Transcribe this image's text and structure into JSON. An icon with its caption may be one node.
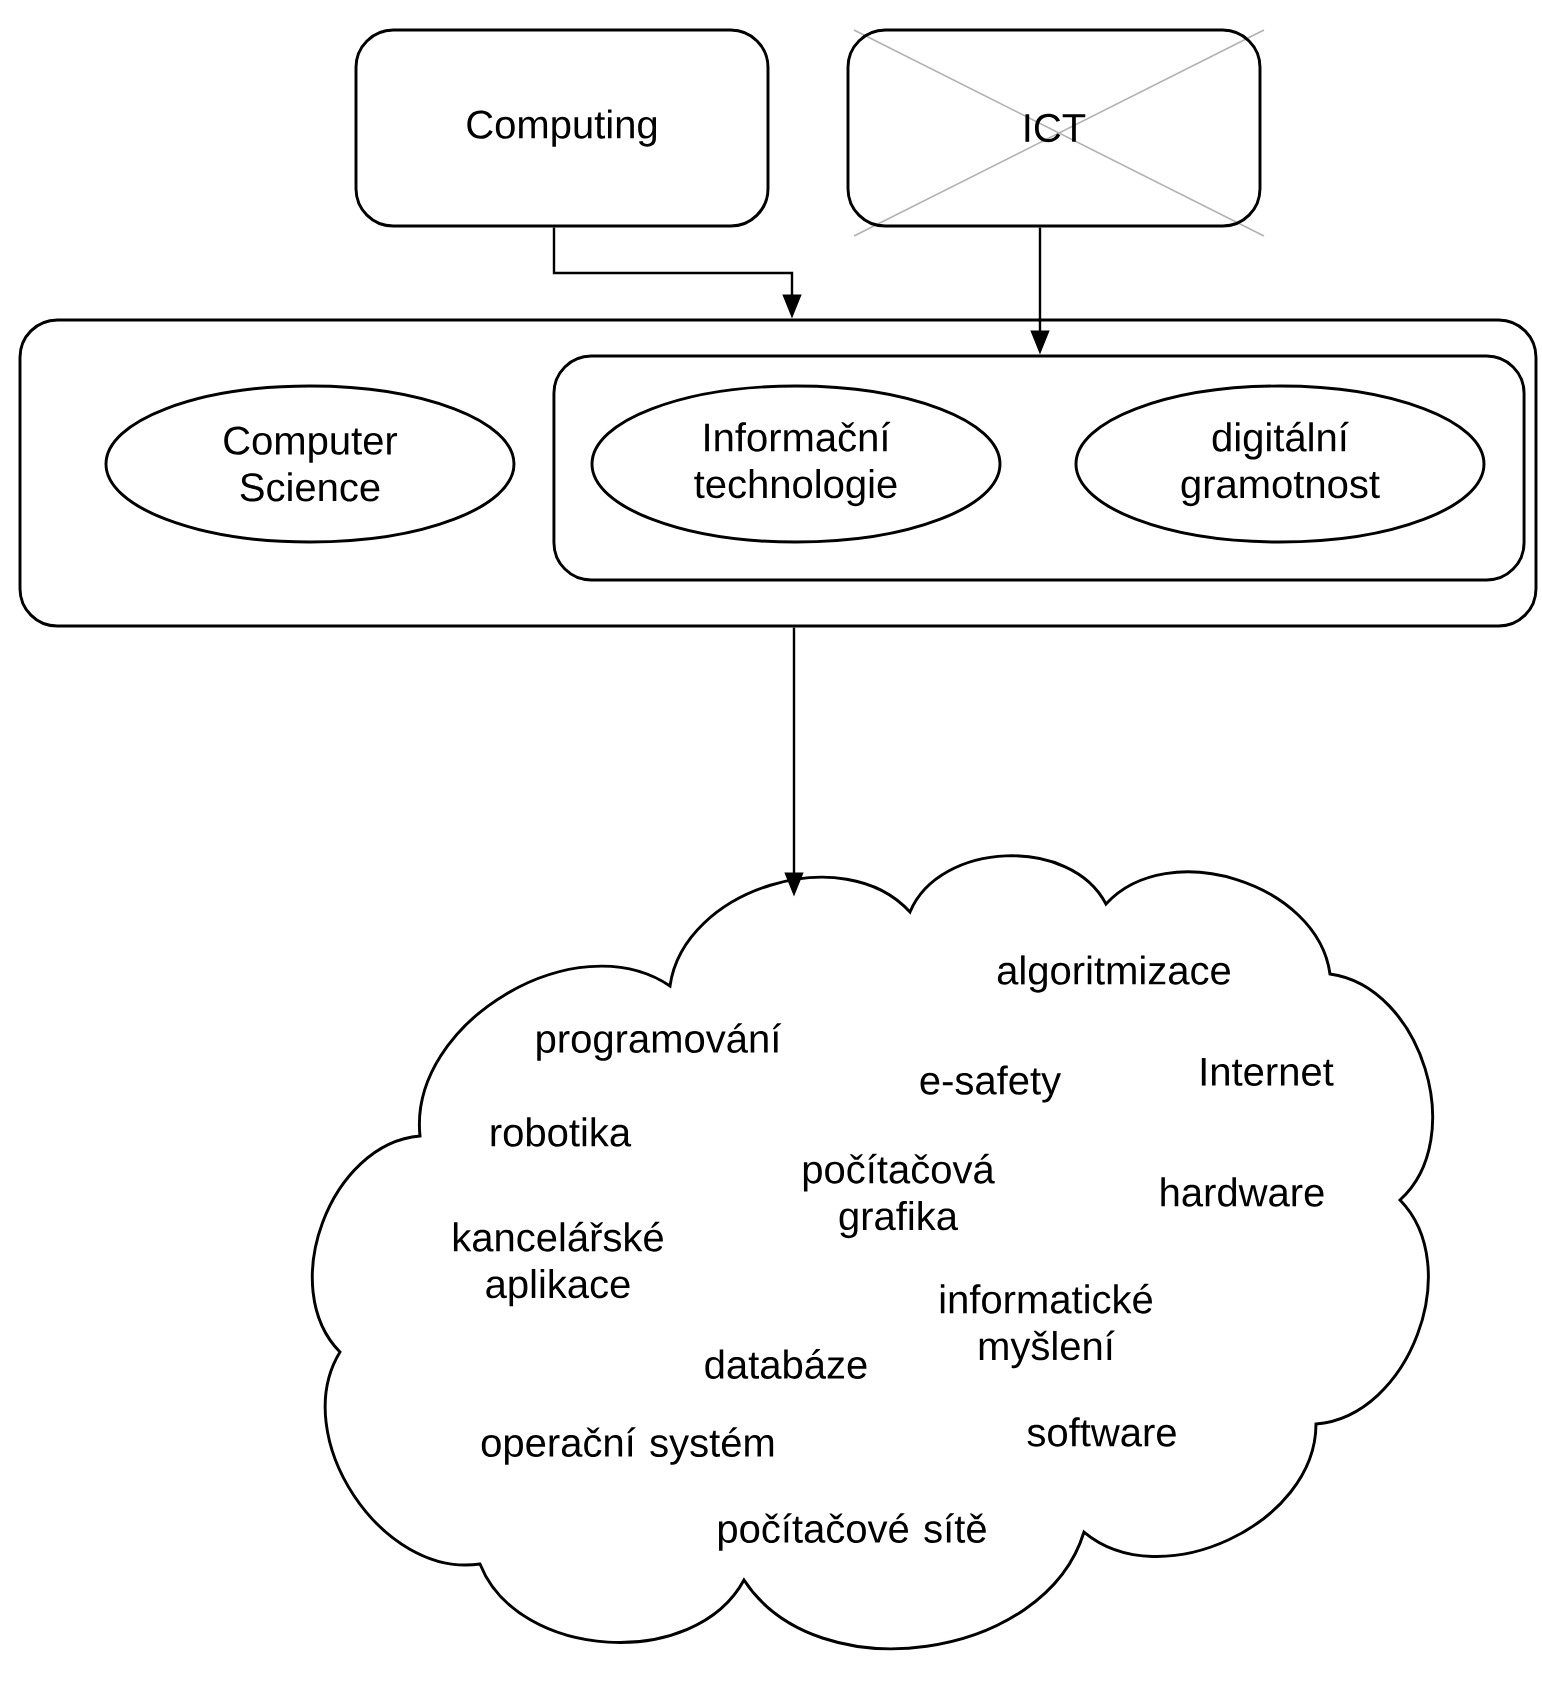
{
  "diagram": {
    "nodes": [
      {
        "text": [
          "Computing"
        ]
      },
      {
        "text": [
          "ICT"
        ]
      },
      {
        "text": [],
        "shape": "box"
      },
      {
        "text": [
          "Computer Science"
        ],
        "in": 2
      },
      {
        "text": [],
        "shape": "box",
        "in": 2
      },
      {
        "text": [
          "Informační technologie"
        ],
        "in": 4
      },
      {
        "text": [
          "digitální gramotnost"
        ],
        "in": 4
      },
      {
        "text": [
          "algoritmizace",
          "programování",
          "e-safety",
          "Internet",
          "robotika",
          "počítačová grafika",
          "hardware",
          "kancelářské aplikace",
          "databáze",
          "informatické myšlení",
          "operační systém",
          "software",
          "počítačové sítě"
        ]
      }
    ],
    "edges": [
      {
        "from": 0,
        "to": 2,
        "arrow": "to"
      },
      {
        "from": 1,
        "to": 4,
        "arrow": "to"
      },
      {
        "from": 2,
        "to": 7,
        "arrow": "to"
      }
    ]
  }
}
